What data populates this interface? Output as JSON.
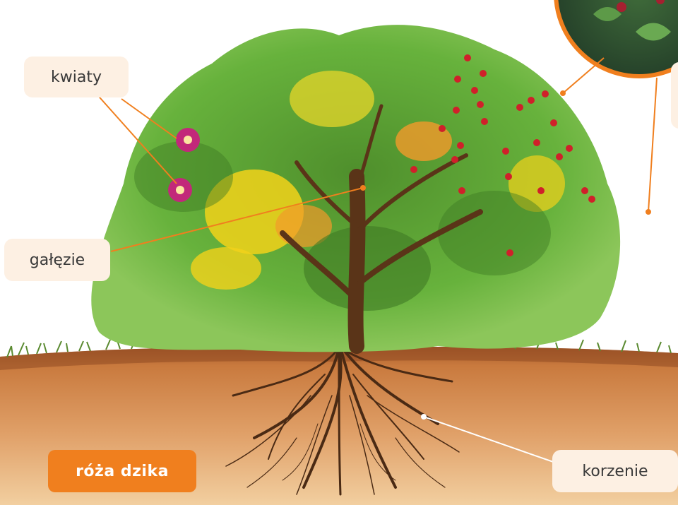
{
  "labels": {
    "flowers": "kwiaty",
    "branches": "gałęzie",
    "roots": "korzenie"
  },
  "title": "róża dzika",
  "colors": {
    "label_bg": "#fdf0e3",
    "title_bg": "#f07f1e",
    "leader_line": "#f07f1e",
    "soil": "#c97a3e",
    "foliage": "#5fae3a",
    "fruit": "#d0202a",
    "flower": "#c2287a"
  }
}
